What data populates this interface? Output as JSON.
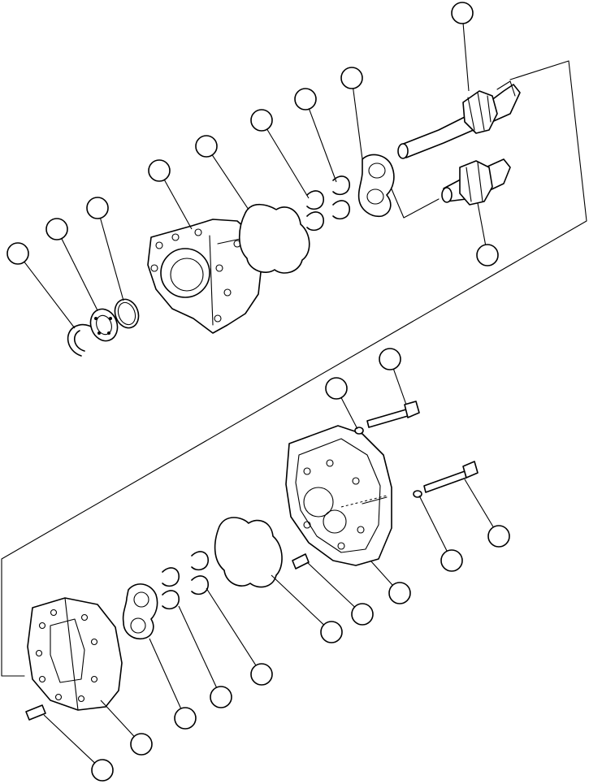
{
  "diagram": {
    "callout_circles": [
      {
        "id": "c1"
      },
      {
        "id": "c2"
      },
      {
        "id": "c3"
      },
      {
        "id": "c4"
      },
      {
        "id": "c5"
      },
      {
        "id": "c6"
      },
      {
        "id": "c7"
      },
      {
        "id": "c8"
      },
      {
        "id": "c9"
      },
      {
        "id": "c10"
      },
      {
        "id": "c11"
      },
      {
        "id": "c12"
      },
      {
        "id": "c13"
      },
      {
        "id": "c14"
      },
      {
        "id": "c15"
      },
      {
        "id": "c16"
      },
      {
        "id": "c17"
      },
      {
        "id": "c18"
      },
      {
        "id": "c19"
      },
      {
        "id": "c20"
      },
      {
        "id": "c21"
      },
      {
        "id": "c22"
      },
      {
        "id": "c23"
      }
    ],
    "colors": {
      "line": "#000000",
      "background": "#ffffff"
    }
  }
}
